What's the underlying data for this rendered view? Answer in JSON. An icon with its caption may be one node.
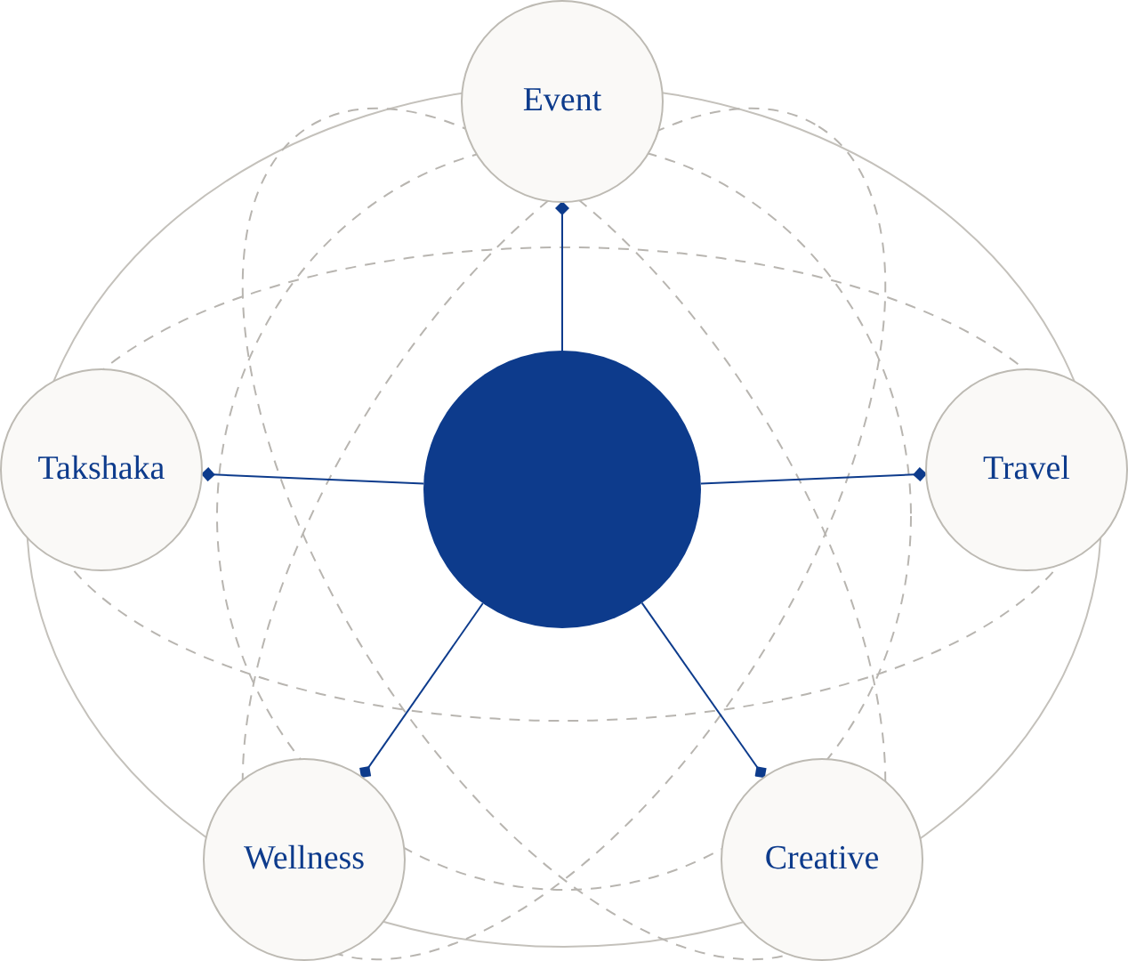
{
  "diagram": {
    "nodes": [
      {
        "text": [
          "Event"
        ]
      },
      {
        "text": [
          "Takshaka"
        ]
      },
      {
        "text": [],
        "shape": "circle"
      },
      {
        "text": [
          "Travel"
        ]
      },
      {
        "text": [
          "Wellness"
        ]
      },
      {
        "text": [
          "Creative"
        ]
      }
    ],
    "edges": [
      {
        "from": 2,
        "to": 0,
        "arrow": "other"
      },
      {
        "from": 2,
        "to": 1,
        "arrow": "other"
      },
      {
        "from": 2,
        "to": 3,
        "arrow": "other"
      },
      {
        "from": 2,
        "to": 4,
        "arrow": "other"
      },
      {
        "from": 2,
        "to": 5,
        "arrow": "other"
      }
    ]
  }
}
